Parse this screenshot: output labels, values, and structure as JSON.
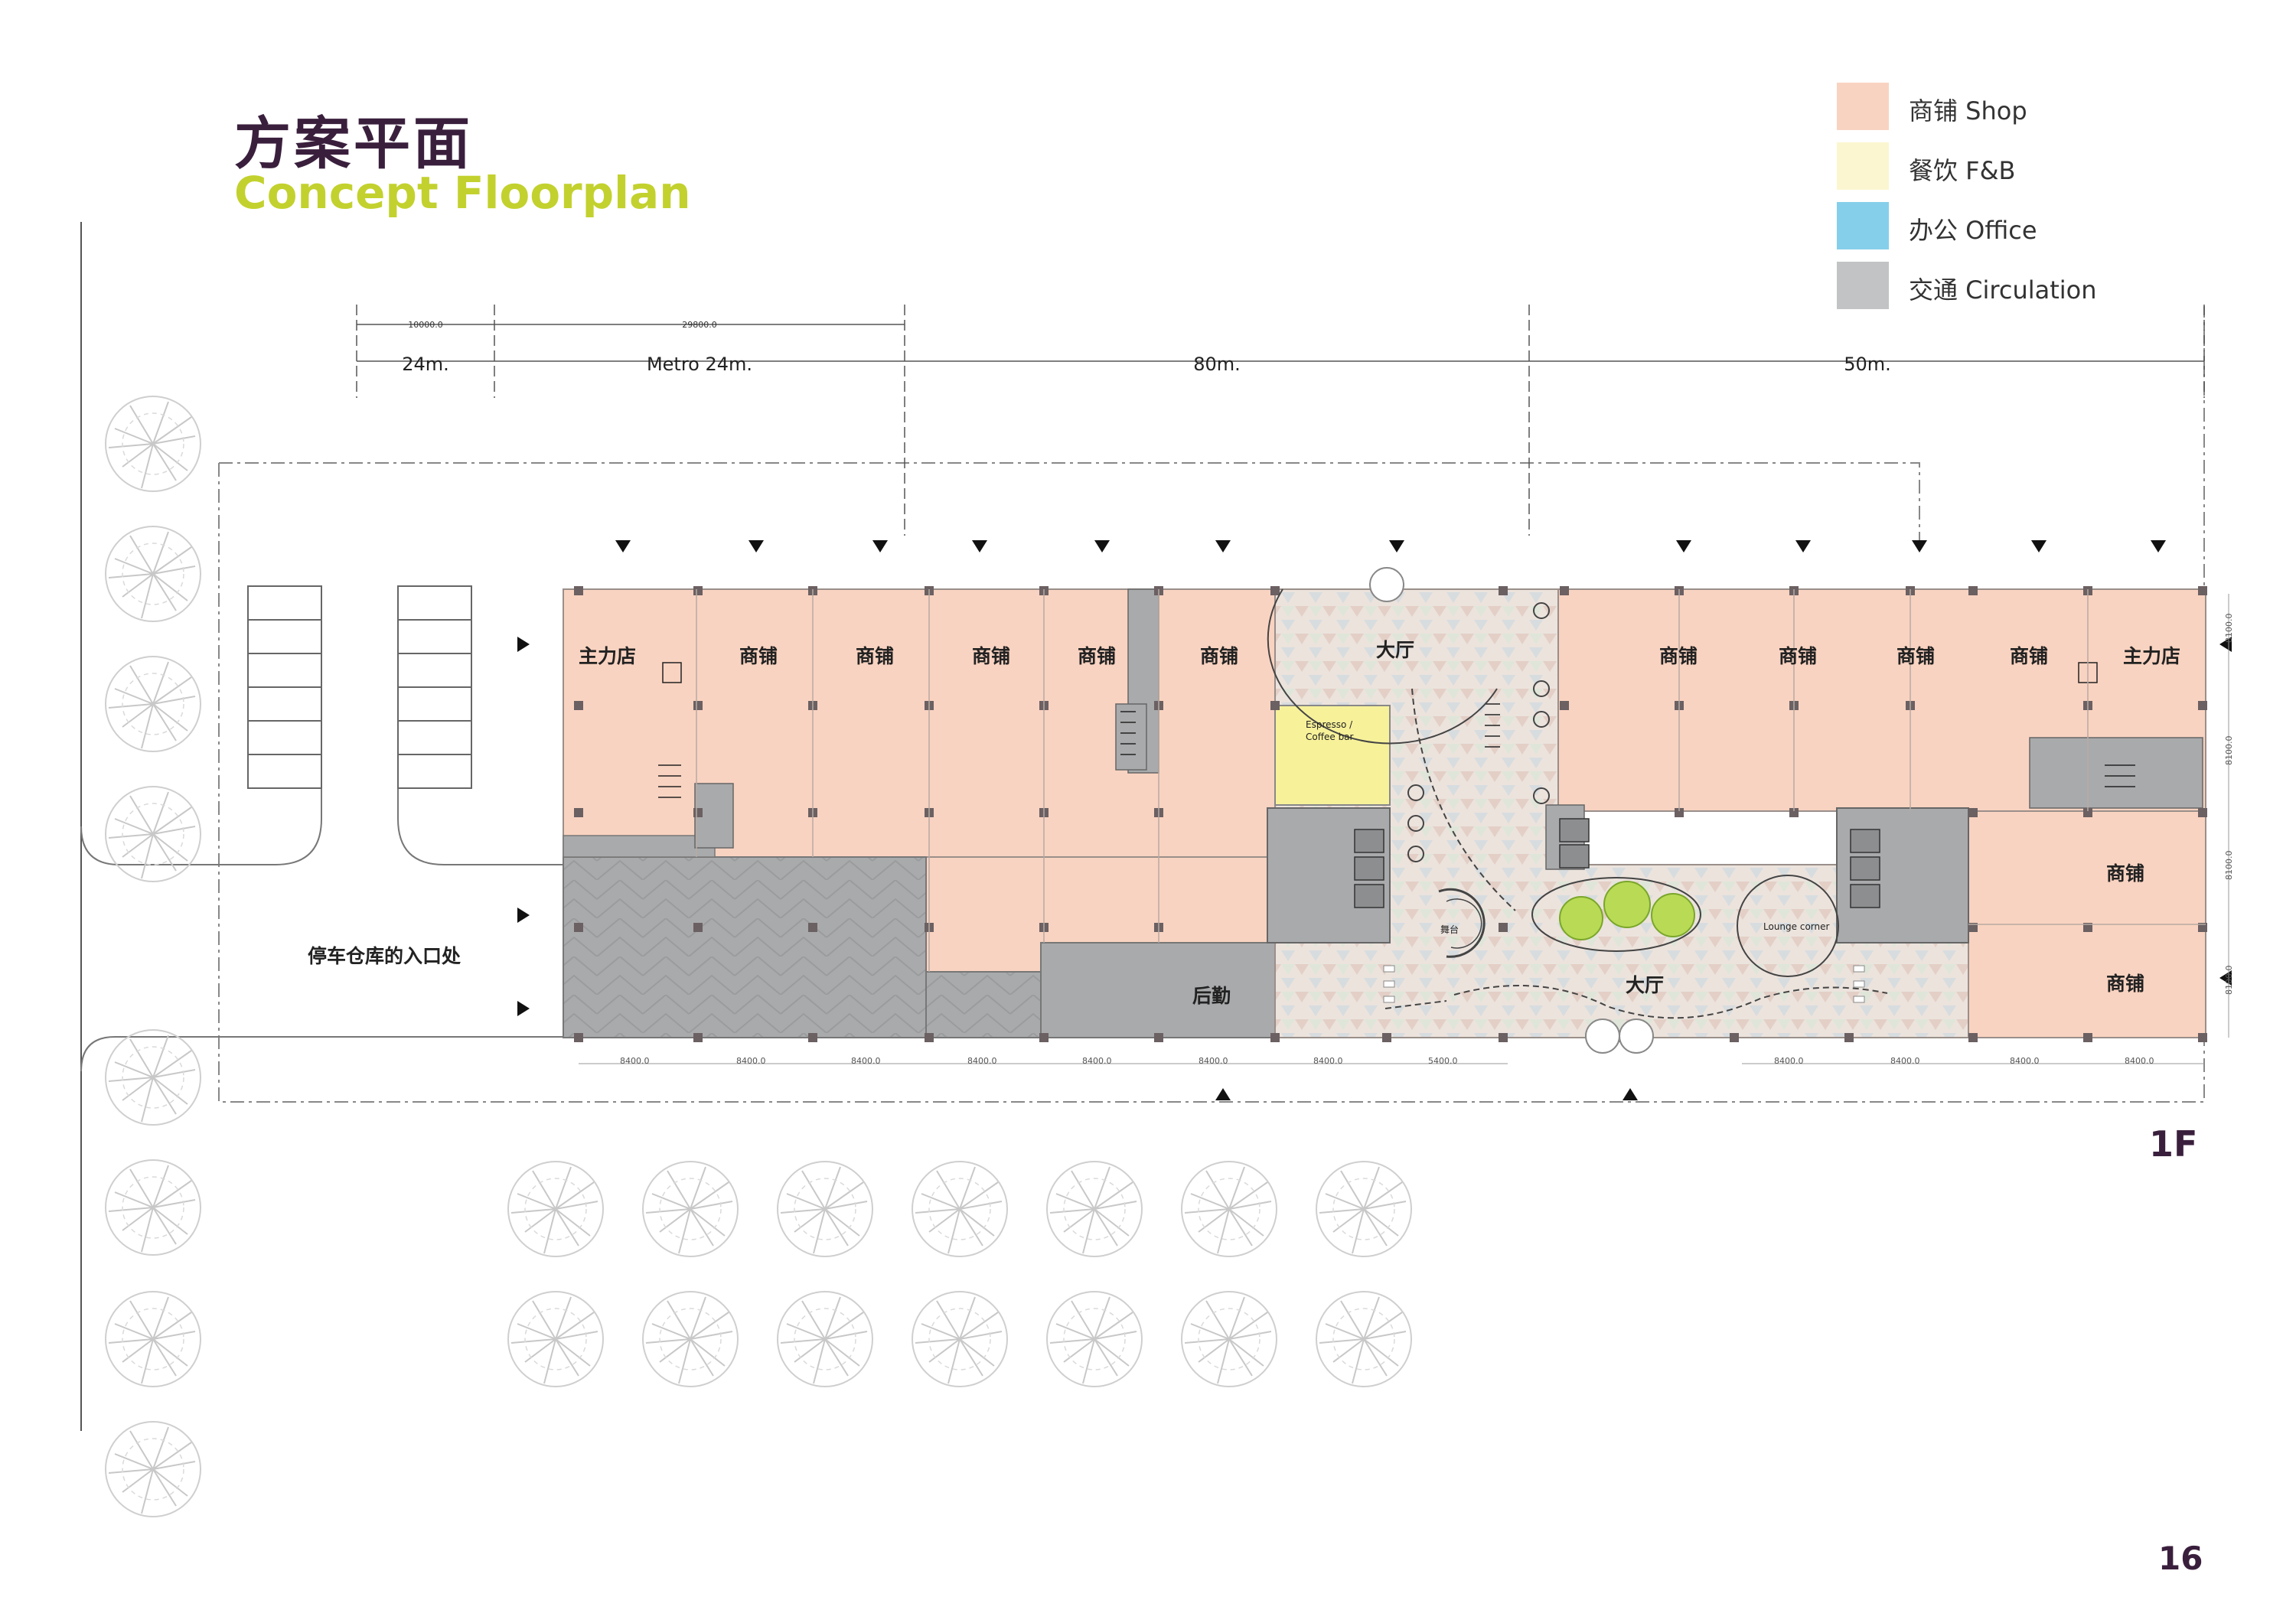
{
  "header": {
    "title_cn": "方案平面",
    "title_en": "Concept Floorplan"
  },
  "legend": [
    {
      "label": "商铺 Shop",
      "color": "#f9d3c1"
    },
    {
      "label": "餐饮 F&B",
      "color": "#fbf6cf"
    },
    {
      "label": "办公 Office",
      "color": "#86cfea"
    },
    {
      "label": "交通 Circulation",
      "color": "#c2c3c5"
    }
  ],
  "dimensions": {
    "small_values": [
      "10000.0",
      "29800.0"
    ],
    "segments": [
      "24m.",
      "Metro 24m.",
      "80m.",
      "50m."
    ],
    "bay_width": "8400.0",
    "bay_width_alt": "5400.0",
    "side_dims": [
      "8100.0",
      "8100.0",
      "8100.0",
      "8100.0"
    ]
  },
  "rooms": {
    "anchor_store": "主力店",
    "shop": "商铺",
    "lobby": "大厅",
    "back_of_house": "后勤",
    "coffee": "Espresso /",
    "coffee2": "Coffee bar",
    "stage": "舞台",
    "lounge": "Lounge corner"
  },
  "site": {
    "garage_entrance": "停车仓库的入口处"
  },
  "floor": "1F",
  "page_number": "16",
  "colors": {
    "shop": "#f9d3c1",
    "fnb": "#f7f19a",
    "circulation": "#a9aaac",
    "lobby": "#ead9d2",
    "title": "#3a1f3d",
    "subtitle": "#c3d12e"
  }
}
